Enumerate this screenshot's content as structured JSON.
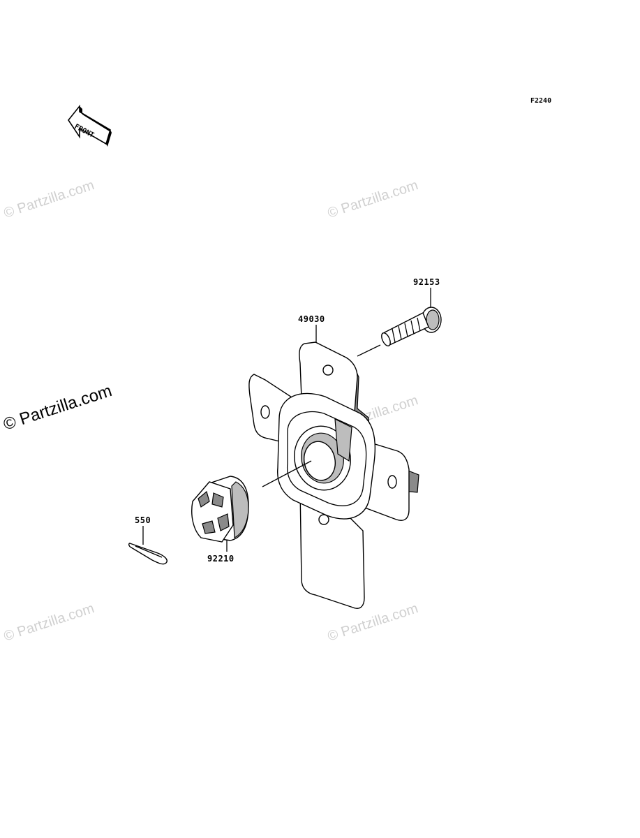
{
  "diagram": {
    "code": "F2240",
    "front_label": "FRONT",
    "parts": [
      {
        "number": "92153"
      },
      {
        "number": "49030"
      },
      {
        "number": "550"
      },
      {
        "number": "92210"
      }
    ]
  },
  "watermarks": {
    "text": "© Partzilla.com"
  }
}
